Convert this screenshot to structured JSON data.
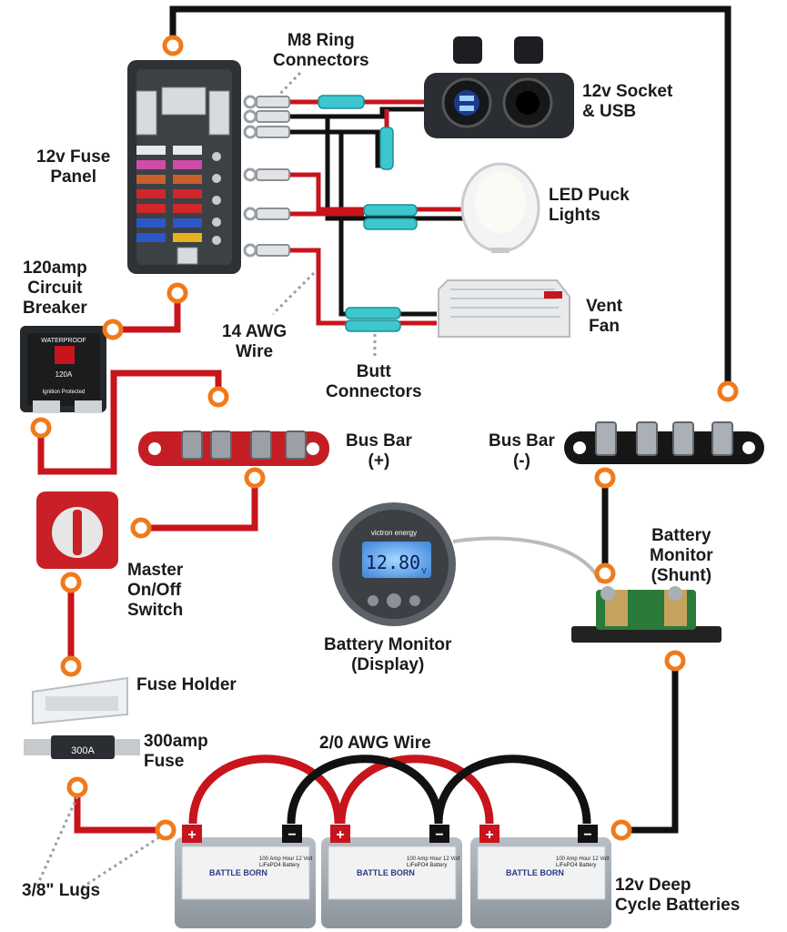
{
  "labels": {
    "m8_ring_connectors": "M8 Ring\nConnectors",
    "socket_usb": "12v Socket\n& USB",
    "fuse_panel": "12v Fuse\nPanel",
    "led_puck_lights": "LED Puck\nLights",
    "circuit_breaker": "120amp\nCircuit\nBreaker",
    "vent_fan": "Vent\nFan",
    "awg14_wire": "14 AWG\nWire",
    "butt_connectors": "Butt\nConnectors",
    "bus_bar_pos": "Bus Bar\n(+)",
    "bus_bar_neg": "Bus Bar\n(-)",
    "master_switch": "Master\nOn/Off\nSwitch",
    "battery_monitor_shunt": "Battery\nMonitor\n(Shunt)",
    "battery_monitor_display": "Battery Monitor\n(Display)",
    "fuse_holder": "Fuse Holder",
    "fuse_300": "300amp\nFuse",
    "awg20_wire": "2/0 AWG Wire",
    "lugs": "3/8\" Lugs",
    "batteries": "12v Deep\nCycle Batteries"
  },
  "device_text": {
    "monitor_brand": "victron energy",
    "monitor_reading": "12.80",
    "monitor_unit": "V",
    "breaker_top": "WATERPROOF",
    "breaker_rating": "120A",
    "breaker_bottom": "Ignition Protected",
    "fuse_rating": "300A",
    "battery_brand": "BATTLE BORN",
    "battery_desc": "100 Amp Hour 12 Volt\nLiFePO4 Battery",
    "plus": "+",
    "minus": "−"
  },
  "colors": {
    "positive_wire": "#c8141c",
    "negative_wire": "#111111",
    "lug": "#f07a1a",
    "butt_connector": "#3cc7cf",
    "bus_bar_pos": "#c41e24",
    "bus_bar_neg": "#161616",
    "battery_body": "#9ea6ae",
    "label_text": "#1b1b1b"
  }
}
